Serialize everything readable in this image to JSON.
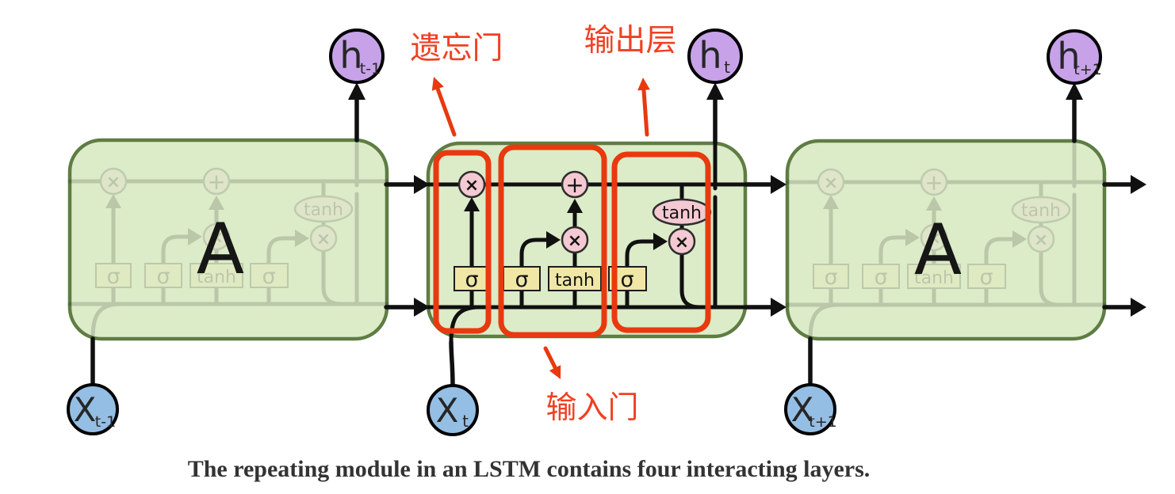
{
  "caption": "The repeating module in an LSTM contains four interacting layers.",
  "annotations": {
    "forget_gate": "遗忘门",
    "output_layer": "输出层",
    "input_gate": "输入门"
  },
  "nodes": {
    "h_prev": {
      "main": "h",
      "sub": "t-1"
    },
    "h_current": {
      "main": "h",
      "sub": "t"
    },
    "h_next": {
      "main": "h",
      "sub": "t+1"
    },
    "x_prev": {
      "main": "X",
      "sub": "t-1"
    },
    "x_current": {
      "main": "X",
      "sub": "t"
    },
    "x_next": {
      "main": "X",
      "sub": "t+1"
    }
  },
  "cell": {
    "module_label": "A",
    "sigma_forget": "σ",
    "sigma_input": "σ",
    "sigma_output": "σ",
    "tanh_layer": "tanh",
    "tanh_output": "tanh",
    "op_multiply": "×",
    "op_add": "+"
  },
  "colors": {
    "annotation_red": "#e8390f",
    "annotation_text_red": "#ef4123",
    "cell_fill_green": "#dcebc8",
    "cell_border_green": "#5e7d43",
    "gate_yellow": "#f0e6a6",
    "op_pink": "#f4c9d2",
    "hidden_node_purple": "#c7a2e8",
    "input_node_blue": "#94bee4",
    "line_black": "#101010"
  }
}
